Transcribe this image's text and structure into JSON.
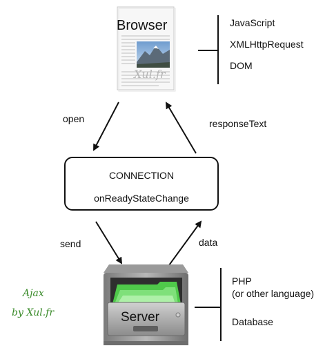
{
  "browser": {
    "label": "Browser",
    "watermark": "Xul.fr",
    "techs": [
      "JavaScript",
      "XMLHttpRequest",
      "DOM"
    ]
  },
  "connection": {
    "title": "CONNECTION",
    "event": "onReadyStateChange"
  },
  "server": {
    "label": "Server",
    "techs": [
      "PHP",
      "(or other language)",
      "Database"
    ]
  },
  "arrows": {
    "open": "open",
    "responseText": "responseText",
    "send": "send",
    "data": "data"
  },
  "credit": {
    "line1": "Ajax",
    "line2": "by Xul.fr"
  },
  "colors": {
    "line": "#111111",
    "credit": "#3a8b2a",
    "drawer_green": "#4fc94a",
    "cabinet_gray": "#8a8a8a"
  }
}
